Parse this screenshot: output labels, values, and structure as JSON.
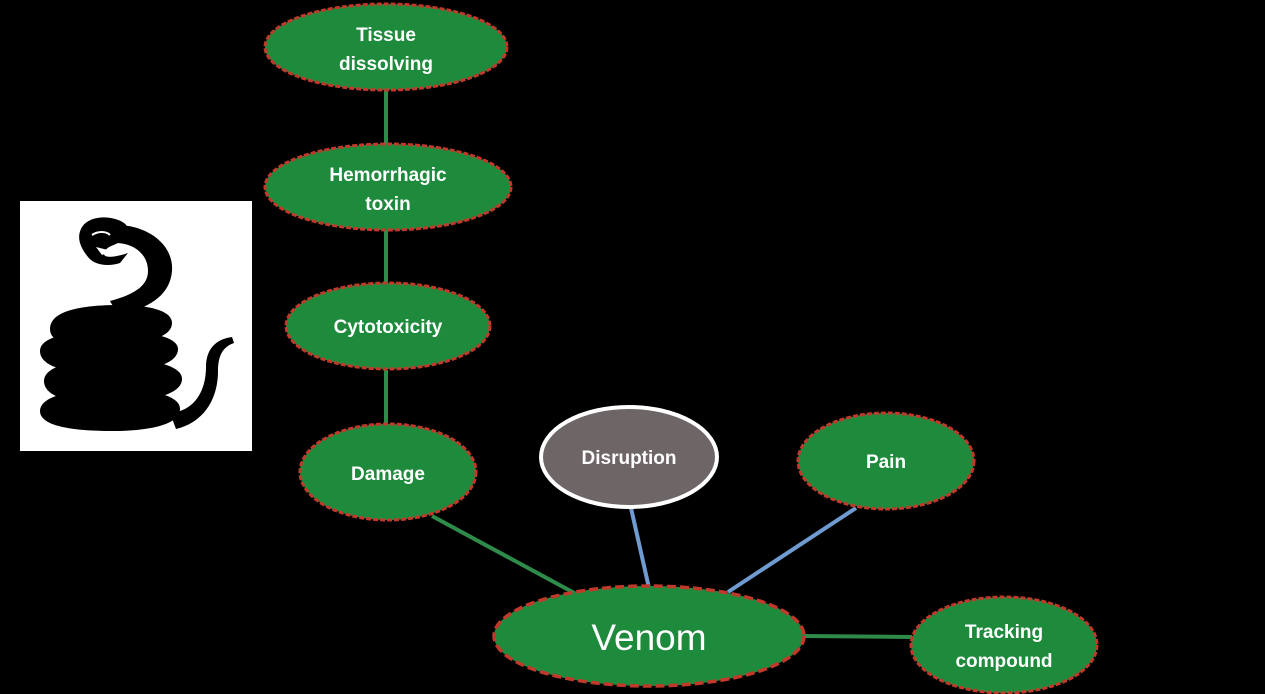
{
  "colors": {
    "background": "#000000",
    "node_fill": "#1e8a3c",
    "node_border": "#c0392b",
    "disruption_fill": "#6e6566",
    "disruption_border": "#ffffff",
    "green_line": "#2e8b4a",
    "blue_line": "#6f9bd1",
    "text": "#ffffff"
  },
  "snake_image": {
    "icon": "snake-silhouette-icon"
  },
  "nodes": {
    "tissue_dissolving": {
      "line1": "Tissue",
      "line2": "dissolving"
    },
    "hemorrhagic_toxin": {
      "line1": "Hemorrhagic",
      "line2": "toxin"
    },
    "cytotoxicity": {
      "label": "Cytotoxicity"
    },
    "damage": {
      "label": "Damage"
    },
    "disruption": {
      "label": "Disruption"
    },
    "pain": {
      "label": "Pain"
    },
    "venom": {
      "label": "Venom"
    },
    "tracking_compound": {
      "line1": "Tracking",
      "line2": "compound"
    }
  }
}
